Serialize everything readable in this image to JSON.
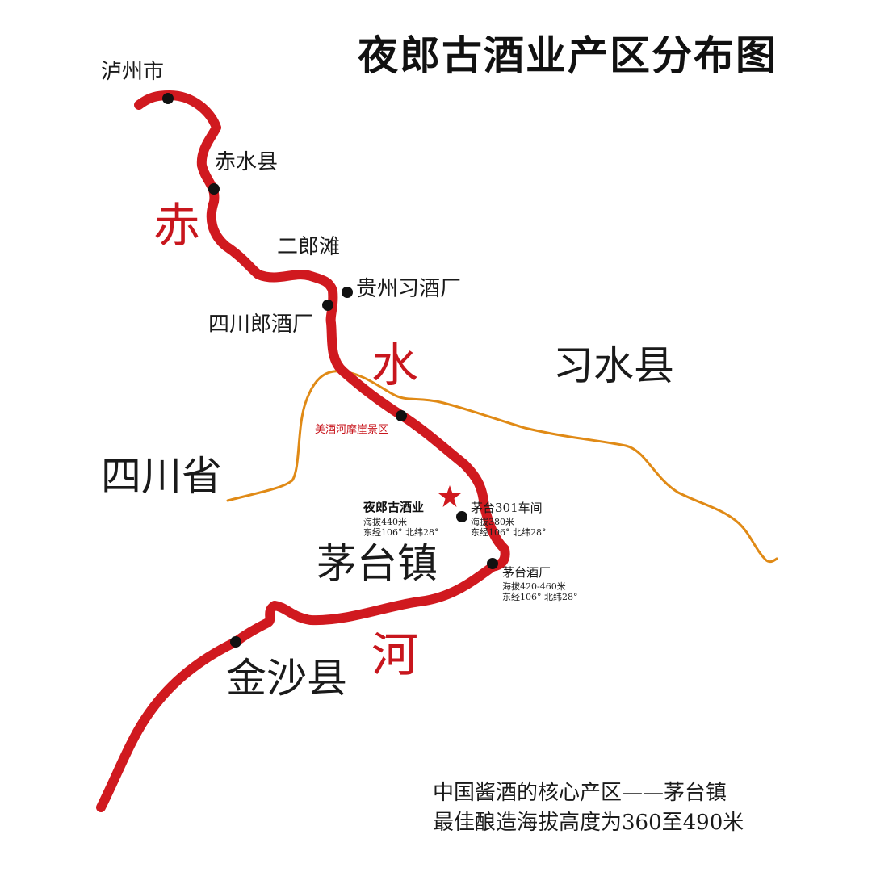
{
  "title": "夜郎古酒业产区分布图",
  "colors": {
    "river": "#d0191f",
    "border": "#e08a16",
    "dot": "#111111",
    "star": "#d0191f",
    "river_text": "#c8161d"
  },
  "places": {
    "luzhou": "泸州市",
    "chishui_county": "赤水县",
    "erlangtan": "二郎滩",
    "guizhou_xijiu": "贵州习酒厂",
    "sichuan_langjiu": "四川郎酒厂",
    "xishui_county": "习水县",
    "sichuan_province": "四川省",
    "maotai_town": "茅台镇",
    "jinsha_county": "金沙县"
  },
  "river_name": [
    "赤",
    "水",
    "河"
  ],
  "scenic_area": "美酒河摩崖景区",
  "yelang": {
    "name": "夜郎古酒业",
    "altitude": "海拔440米",
    "coords": "东经106° 北纬28°"
  },
  "maotai301": {
    "name": "茅台301车间",
    "altitude": "海拔380米",
    "coords": "东经106° 北纬28°"
  },
  "maotai_factory": {
    "name": "茅台酒厂",
    "altitude": "海拔420-460米",
    "coords": "东经106° 北纬28°"
  },
  "footer": {
    "line1": "中国酱酒的核心产区——茅台镇",
    "line2": "最佳酿造海拔高度为360至490米"
  }
}
